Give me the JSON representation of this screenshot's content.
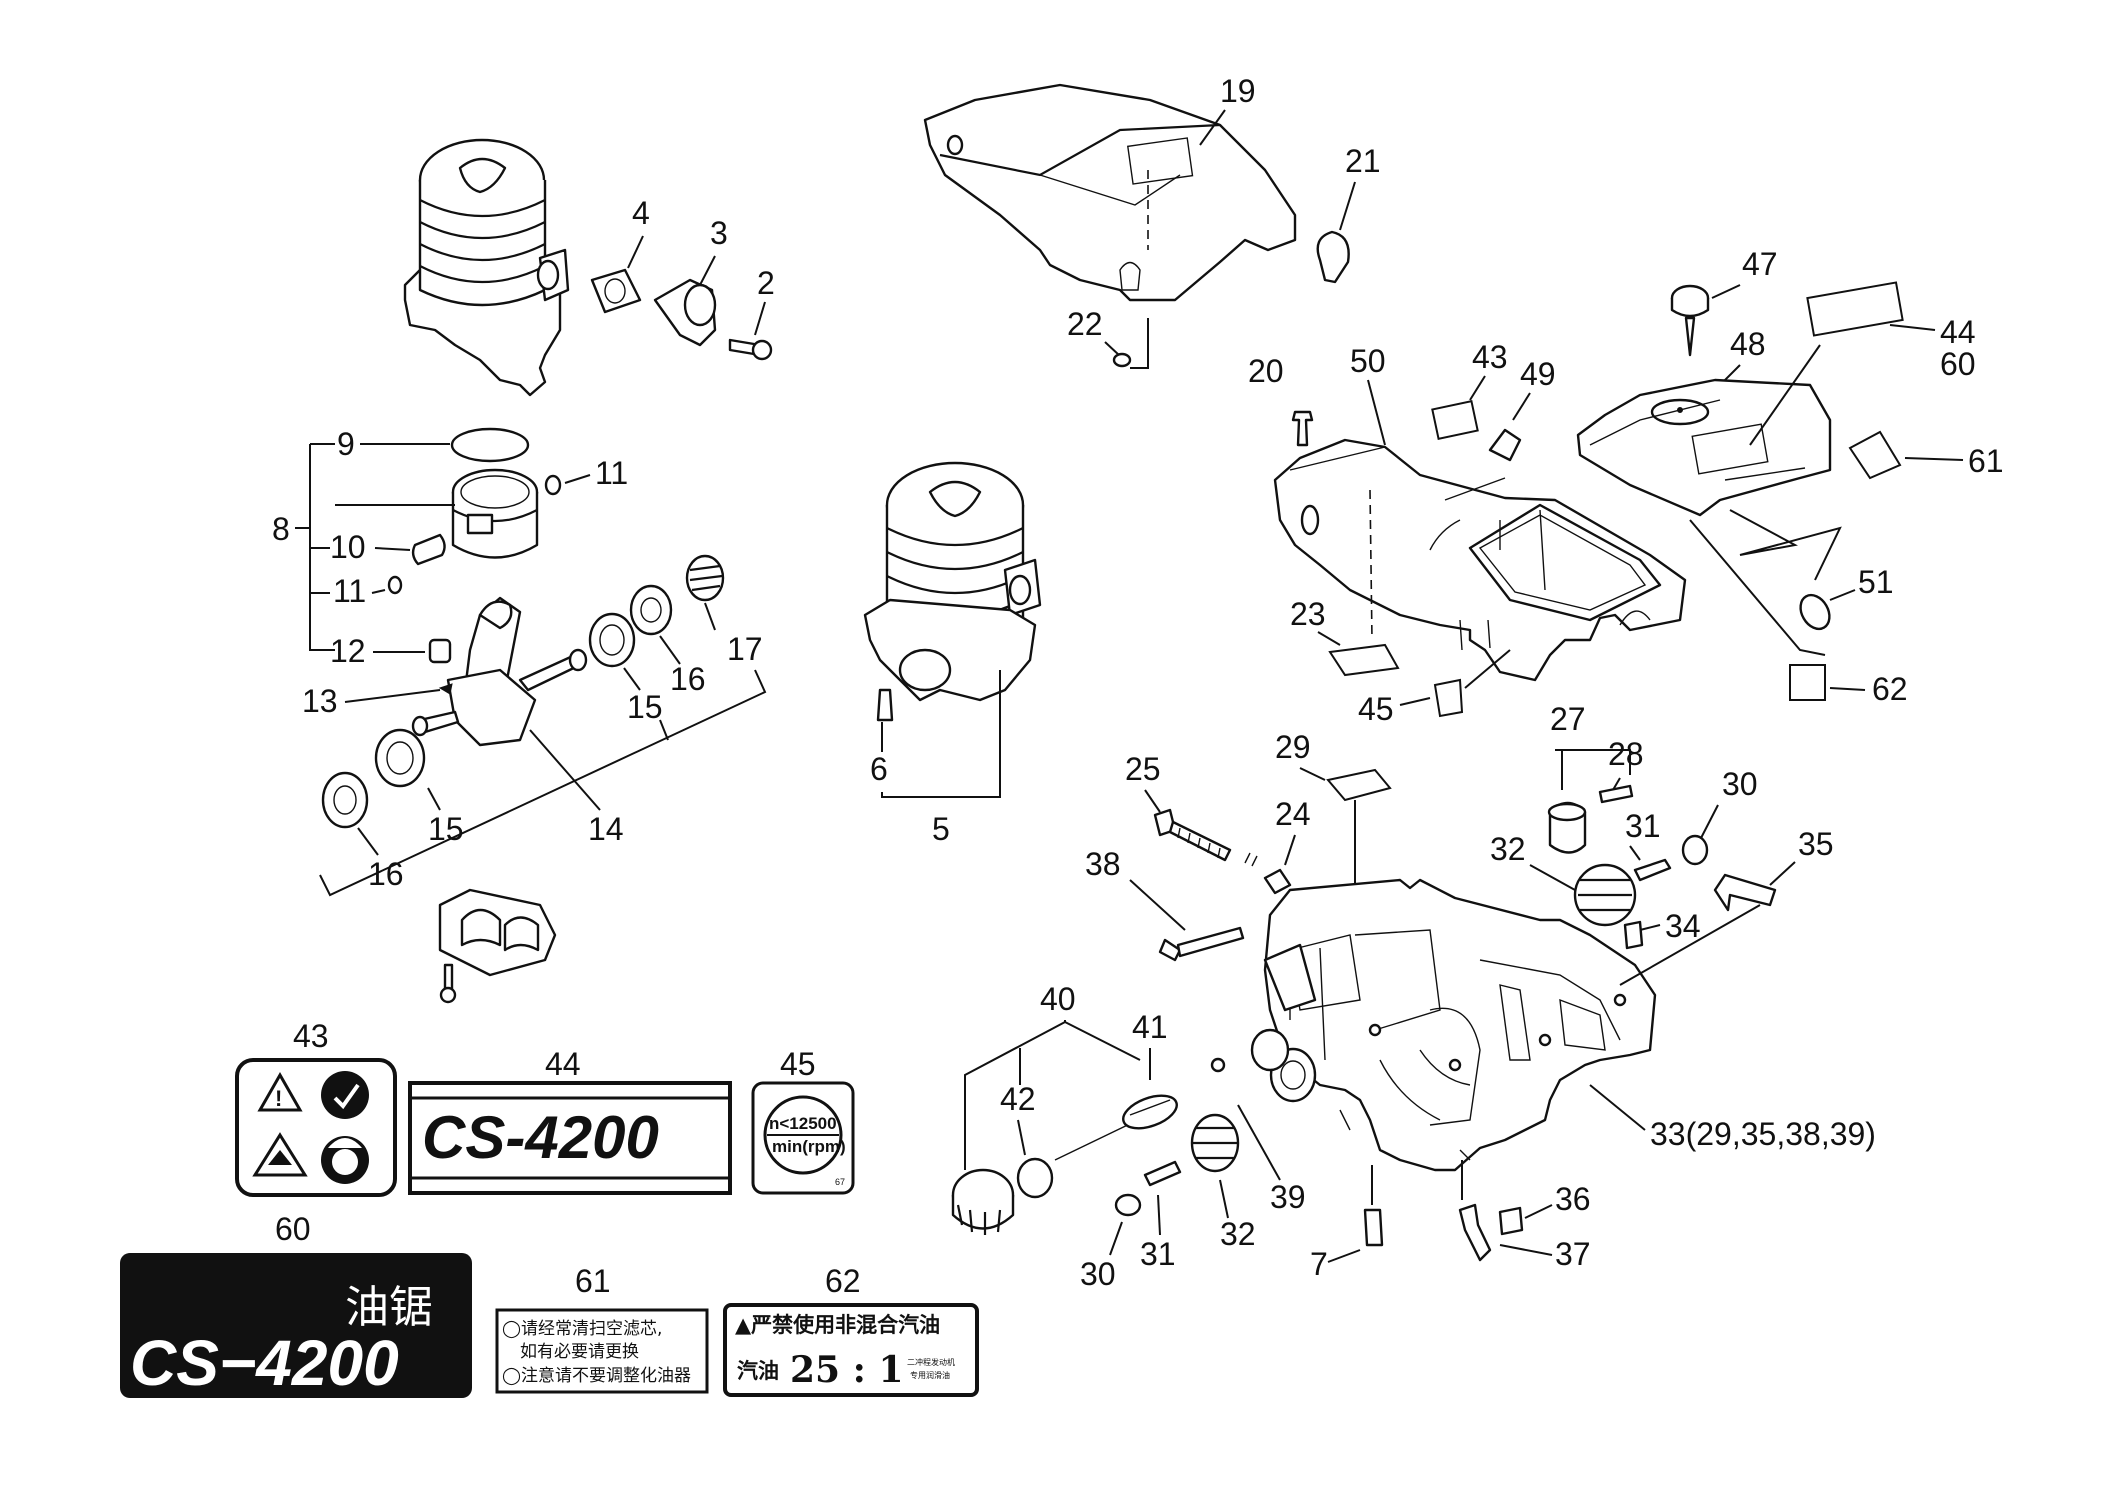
{
  "diagram": {
    "labels": {
      "p2": "2",
      "p3": "3",
      "p4": "4",
      "p5": "5",
      "p6": "6",
      "p7": "7",
      "p8": "8",
      "p9": "9",
      "p10": "10",
      "p11a": "11",
      "p11b": "11",
      "p12": "12",
      "p13": "13",
      "p14": "14",
      "p15a": "15",
      "p15b": "15",
      "p16a": "16",
      "p16b": "16",
      "p17": "17",
      "p19": "19",
      "p20": "20",
      "p21": "21",
      "p22": "22",
      "p23": "23",
      "p24": "24",
      "p25": "25",
      "p27": "27",
      "p28": "28",
      "p29": "29",
      "p30a": "30",
      "p30b": "30",
      "p31a": "31",
      "p31b": "31",
      "p32a": "32",
      "p32b": "32",
      "p33": "33(29,35,38,39)",
      "p34": "34",
      "p35": "35",
      "p36": "36",
      "p37": "37",
      "p38": "38",
      "p39": "39",
      "p40": "40",
      "p41": "41",
      "p42": "42",
      "p43a": "43",
      "p43b": "43",
      "p44a": "44",
      "p44b": "44",
      "p45a": "45",
      "p45b": "45",
      "p47": "47",
      "p48": "48",
      "p49": "49",
      "p50": "50",
      "p51": "51",
      "p60a": "60",
      "p60b": "60",
      "p61a": "61",
      "p61b": "61",
      "p62a": "62",
      "p62b": "62"
    },
    "decals": {
      "d44": "CS-4200",
      "d45_top": "n<12500",
      "d45_bottom": "min(rpm)",
      "d45_code": "67",
      "d60_line1": "油锯",
      "d60_line2": "CS−4200",
      "d61_line1": "◯请经常清扫空滤芯,",
      "d61_line2": "如有必要请更换",
      "d61_line3": "◯注意请不要调整化油器",
      "d62_line1": "▲严禁使用非混合汽油",
      "d62_fuel": "汽油",
      "d62_ratio": "25 : 1",
      "d62_small1": "二冲程发动机",
      "d62_small2": "专用润滑油"
    }
  }
}
